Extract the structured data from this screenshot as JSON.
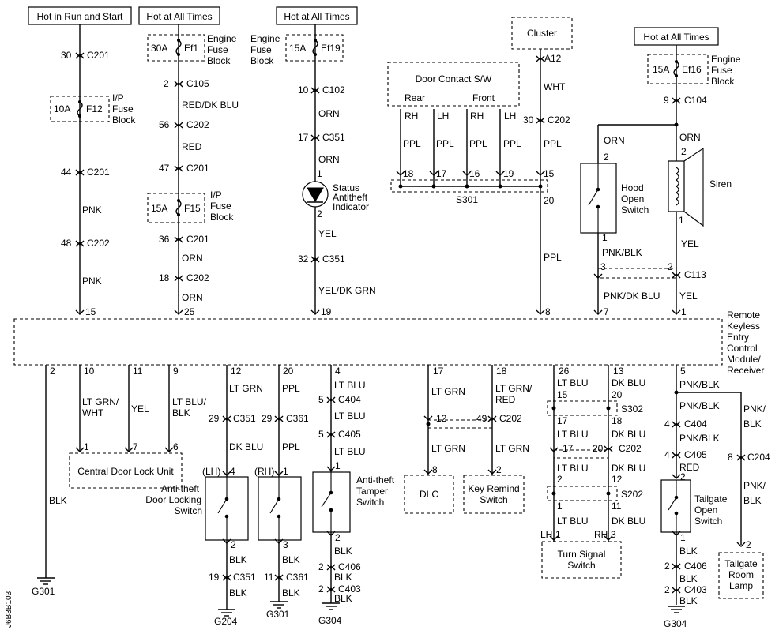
{
  "labels": {
    "hot_run_start": "Hot in Run and Start",
    "hot_all_1": "Hot at All Times",
    "hot_all_2": "Hot at All Times",
    "hot_all_3": "Hot at All Times",
    "cluster": "Cluster",
    "door_contact": "Door Contact S/W",
    "rear": "Rear",
    "front": "Front",
    "central_door_lock": "Central Door Lock Unit",
    "dlc": "DLC",
    "key_remind": [
      "Key Remind",
      "Switch"
    ],
    "turn_signal": [
      "Turn Signal",
      "Switch"
    ],
    "tailgate_room_lamp": [
      "Tailgate",
      "Room",
      "Lamp"
    ],
    "module": [
      "Remote",
      "Keyless",
      "Entry",
      "Control",
      "Module/",
      "Receiver"
    ],
    "fuse_block_ip": [
      "I/P",
      "Fuse",
      "Block"
    ],
    "fuse_block_engine": [
      "Engine",
      "Fuse",
      "Block"
    ],
    "status_indicator": [
      "Status",
      "Antitheft",
      "Indicator"
    ],
    "hood_switch": [
      "Hood",
      "Open",
      "Switch"
    ],
    "siren": "Siren",
    "tamper_switch": [
      "Anti-theft",
      "Tamper",
      "Switch"
    ],
    "door_locking_switch": [
      "Anti-theft",
      "Door Locking",
      "Switch"
    ],
    "tailgate_switch": [
      "Tailgate",
      "Open",
      "Switch"
    ],
    "lh": "(LH)",
    "rh": "(RH)",
    "lh_plain": "LH",
    "rh_plain": "RH",
    "side_code": "J6B3B103"
  },
  "fuses": {
    "f12": [
      "10A",
      "F12"
    ],
    "ef1": [
      "30A",
      "Ef1"
    ],
    "ef19": [
      "15A",
      "Ef19"
    ],
    "f15": [
      "15A",
      "F15"
    ],
    "ef16": [
      "15A",
      "Ef16"
    ]
  },
  "splices": {
    "s301": "S301",
    "s302": "S302",
    "s202": "S202"
  },
  "grounds": {
    "g301a": "G301",
    "g204": "G204",
    "g301b": "G301",
    "g304a": "G304",
    "g304b": "G304"
  },
  "wires": {
    "pnk": "PNK",
    "red_dkblu": "RED/DK BLU",
    "red": "RED",
    "orn": "ORN",
    "yel": "YEL",
    "yel_dkgrn": "YEL/DK GRN",
    "ppl": "PPL",
    "wht": "WHT",
    "pnk_blk": "PNK/BLK",
    "pnk_dkblu": "PNK/DK BLU",
    "blk": "BLK",
    "ltgrn_wht": [
      "LT GRN/",
      "WHT"
    ],
    "ltblu_blk": [
      "LT BLU/",
      "BLK"
    ],
    "ltgrn": "LT GRN",
    "dkblu": "DK BLU",
    "ltblu": "LT BLU",
    "ltgrn_red": [
      "LT GRN/",
      "RED"
    ],
    "pnk_blk_split": [
      "PNK/",
      "BLK"
    ]
  },
  "connectors": {
    "c201": "C201",
    "c202": "C202",
    "c105": "C105",
    "c102": "C102",
    "c351": "C351",
    "c104": "C104",
    "c113": "C113",
    "c361": "C361",
    "c404": "C404",
    "c405": "C405",
    "c406": "C406",
    "c403": "C403",
    "c204": "C204",
    "a12": "A12"
  },
  "pins": {
    "p30": "30",
    "p44": "44",
    "p48": "48",
    "p15": "15",
    "p2": "2",
    "p56": "56",
    "p47": "47",
    "p36": "36",
    "p18": "18",
    "p25": "25",
    "p10": "10",
    "p17": "17",
    "p1": "1",
    "p32": "32",
    "p19": "19",
    "p16": "16",
    "p20": "20",
    "p8": "8",
    "p9": "9",
    "p3": "3",
    "p7": "7",
    "p11": "11",
    "p6": "6",
    "p12": "12",
    "p29": "29",
    "p4": "4",
    "p5": "5",
    "p49": "49",
    "p26": "26",
    "p13": "13"
  }
}
